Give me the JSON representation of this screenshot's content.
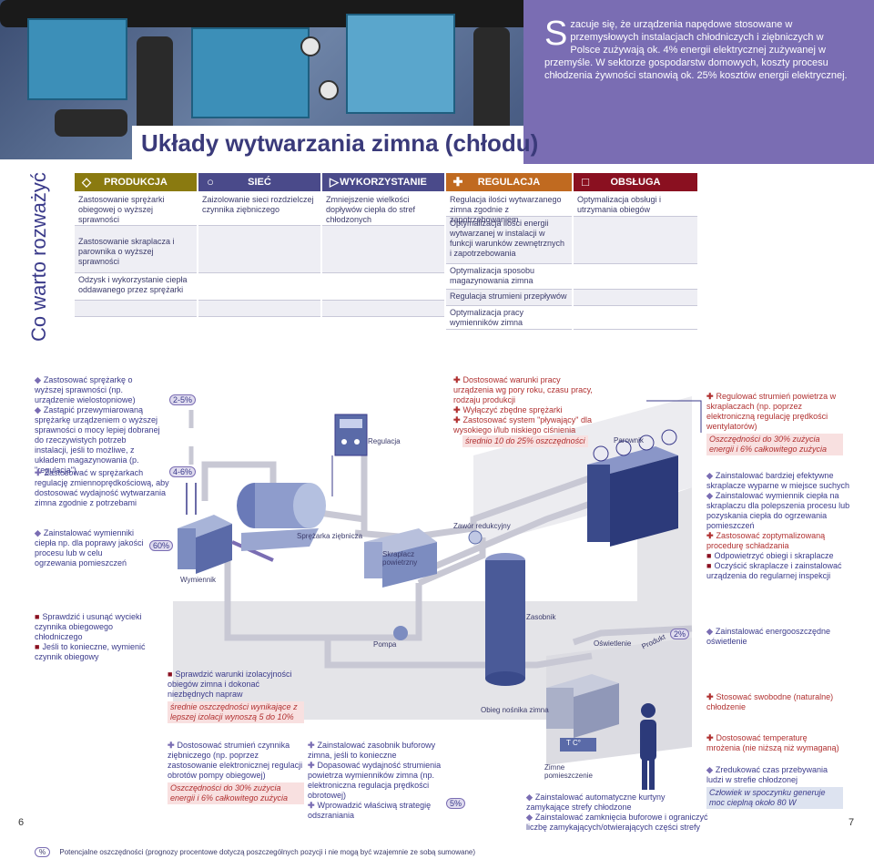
{
  "intro": {
    "dropcap": "S",
    "text": "zacuje się, że urządzenia napędowe stosowane w przemysłowych instalacjach chłodniczych i ziębniczych w Polsce zużywają ok. 4% energii elektrycznej zużywanej w przemyśle. W sektorze gospodarstw domowych, koszty procesu chłodzenia żywności stanowią ok. 25% kosztów energii elektrycznej."
  },
  "title": "Układy wytwarzania zimna (chłodu)",
  "side_label": "Co warto rozważyć",
  "colors": {
    "produkcja": "#8a7a10",
    "siec": "#4a4a8a",
    "wykorzystanie": "#4a4a8a",
    "regulacja": "#c06a20",
    "obsluga": "#8a1020",
    "accent": "#7a6db3"
  },
  "table": {
    "headers": [
      {
        "label": "PRODUKCJA",
        "icon": "diamond-icon"
      },
      {
        "label": "SIEĆ",
        "icon": "circle-icon"
      },
      {
        "label": "WYKORZYSTANIE",
        "icon": "triangle-icon"
      },
      {
        "label": "REGULACJA",
        "icon": "cross-icon"
      },
      {
        "label": "OBSŁUGA",
        "icon": "square-icon"
      }
    ],
    "produkcja": [
      "Zastosowanie sprężarki obiegowej o wyższej sprawności",
      "Zastosowanie skraplacza i parownika o wyższej sprawności",
      "Odzysk i wykorzystanie ciepła oddawanego przez sprężarki"
    ],
    "siec": [
      "Zaizolowanie sieci rozdzielczej czynnika ziębniczego"
    ],
    "wykorzystanie": [
      "Zmniejszenie wielkości dopływów ciepła do stref chłodzonych"
    ],
    "regulacja": [
      "Regulacja ilości wytwarzanego zimna zgodnie z zapotrzebowaniem",
      "Optymalizacja ilości energii wytwarzanej w instalacji w funkcji warunków zewnętrznych i zapotrzebowania",
      "Optymalizacja sposobu magazynowania zimna",
      "Regulacja strumieni przepływów",
      "Optymalizacja pracy wymienników zimna"
    ],
    "obsluga": [
      "Optymalizacja obsługi i utrzymania obiegów"
    ]
  },
  "notes": {
    "n1": "Zastosować sprężarkę o wyższej sprawności (np. urządzenie wielostopniowe)",
    "n2": "Zastąpić przewymiarowaną sprężarkę urządzeniem o wyższej sprawności o mocy lepiej dobranej do rzeczywistych potrzeb instalacji, jeśli to możliwe, z układem magazynowania (p. \"regulacja\")",
    "n3": "Zastosować w sprężarkach regulację zmiennoprędkościową, aby dostosować wydajność wytwarzania zimna zgodnie z potrzebami",
    "n4": "Zainstalować wymienniki ciepła np. dla poprawy jakości procesu lub w celu ogrzewania pomieszczeń",
    "n5a": "Dostosować warunki pracy urządzenia wg pory roku, czasu pracy, rodzaju produkcji",
    "n5b": "Wyłączyć zbędne sprężarki",
    "n5c": "Zastosować system \"pływający\" dla wysokiego i/lub niskiego ciśnienia",
    "n5d": "średnio 10 do 25% oszczędności",
    "n6": "Regulować strumień powietrza w skraplaczach (np. poprzez elektroniczną regulację prędkości wentylatorów)",
    "n6h": "Oszczędności do 30% zużycia energii i 6% całkowitego zużycia",
    "n7a": "Zainstalować bardziej efektywne skraplacze wyparne w miejsce suchych",
    "n7b": "Zainstalować wymiennik ciepła na skraplaczu dla polepszenia procesu lub pozyskania ciepła do ogrzewania pomieszczeń",
    "n7c": "Zastosować zoptymalizowaną procedurę schładzania",
    "n7d": "Odpowietrzyć obiegi i skraplacze",
    "n7e": "Oczyścić skraplacze i zainstalować urządzenia do regularnej inspekcji",
    "n8a": "Sprawdzić i usunąć wycieki czynnika obiegowego chłodniczego",
    "n8b": "Jeśli to konieczne, wymienić czynnik obiegowy",
    "n9": "Sprawdzić warunki izolacyjności obiegów zimna i dokonać niezbędnych napraw",
    "n9h": "średnie oszczędności wynikające z lepszej izolacji wynoszą 5 do 10%",
    "n10": "Zainstalować energooszczędne oświetlenie",
    "n11": "Stosować swobodne (naturalne) chłodzenie",
    "n12": "Dostosować temperaturę mrożenia (nie niższą niż wymaganą)",
    "n13": "Zredukować czas przebywania ludzi w strefie chłodzonej",
    "n13h": "Człowiek w spoczynku generuje moc cieplną około 80 W",
    "n14": "Dostosować strumień czynnika ziębniczego (np. poprzez zastosowanie elektronicznej regulacji obrotów pompy obiegowej)",
    "n14h": "Oszczędności do 30% zużycia energii i 6% całkowitego zużycia",
    "n15a": "Zainstalować zasobnik buforowy zimna, jeśli to konieczne",
    "n15b": "Dopasować wydajność strumienia powietrza wymienników zimna (np. elektroniczna regulacja prędkości obrotowej)",
    "n15c": "Wprowadzić właściwą strategię odszraniania",
    "n16a": "Zainstalować automatyczne kurtyny zamykające strefy chłodzone",
    "n16b": "Zainstalować zamknięcia buforowe i ograniczyć liczbę zamykających/otwierających części strefy"
  },
  "percents": {
    "p1": "2-5%",
    "p2": "4-6%",
    "p3": "60%",
    "p4": "2%",
    "p5": "5%"
  },
  "labels": {
    "wymiennik": "Wymiennik",
    "sprezarka": "Sprężarka ziębnicza",
    "regulacja": "Regulacja",
    "skraplacz": "Skraplacz powietrzny",
    "zawor": "Zawór redukcyjny",
    "parownik": "Parownik",
    "zasobnik": "Zasobnik",
    "pompa": "Pompa",
    "oswietlenie": "Oświetlenie",
    "produkt": "Produkt",
    "obieg": "Obieg nośnika zimna",
    "zimne": "Zimne pomieszczenie",
    "tc": "T C°"
  },
  "page": {
    "left": "6",
    "right": "7"
  },
  "legend": {
    "symbol": "%",
    "text": "Potencjalne oszczędności (prognozy procentowe dotyczą poszczególnych pozycji i nie mogą być wzajemnie ze sobą sumowane)"
  }
}
